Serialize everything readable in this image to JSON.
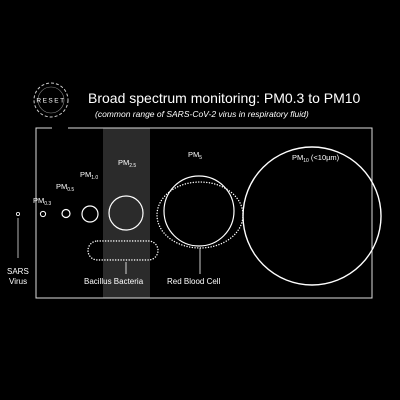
{
  "logo": {
    "text": "RESET"
  },
  "header": {
    "title": "Broad spectrum monitoring: PM0.3 to PM10",
    "subtitle": "(common range of SARS-CoV-2 virus in respiratory fluid)"
  },
  "particles": {
    "pm03": {
      "prefix": "PM",
      "sub": "0.3"
    },
    "pm05": {
      "prefix": "PM",
      "sub": "0.5"
    },
    "pm10": {
      "prefix": "PM",
      "sub": "1.0"
    },
    "pm25": {
      "prefix": "PM",
      "sub": "2.5"
    },
    "pm5": {
      "prefix": "PM",
      "sub": "5"
    },
    "pm10big": {
      "prefix": "PM",
      "sub": "10",
      "suffix": " (<10µm)"
    }
  },
  "labels": {
    "sars_line1": "SARS",
    "sars_line2": "Virus",
    "bacillus": "Bacillus Bacteria",
    "rbc": "Red Blood Cell"
  },
  "colors": {
    "background": "#000000",
    "foreground": "#ffffff",
    "highlight_band": "#2a2a2a"
  }
}
